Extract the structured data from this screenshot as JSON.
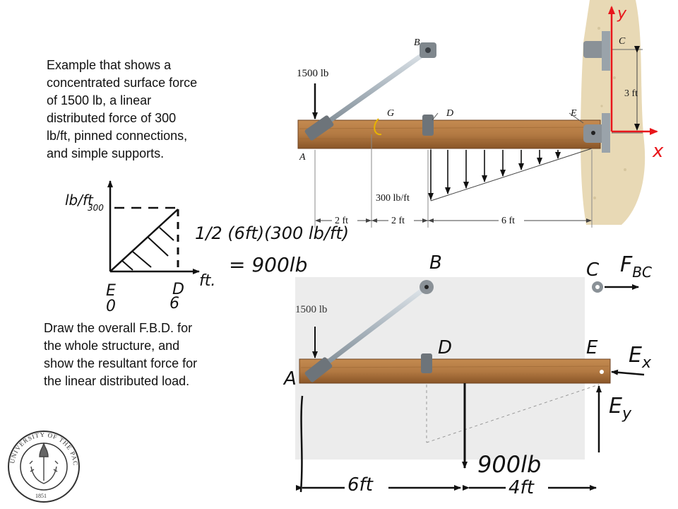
{
  "text_blocks": {
    "intro_lines": [
      "Example that shows a",
      "concentrated surface force",
      "of 1500 lb, a linear",
      "distributed force of 300",
      "lb/ft, pinned connections,",
      "and simple supports."
    ],
    "instruction_lines": [
      "Draw the overall F.B.D. for",
      "the whole structure, and",
      "show the resultant force for",
      "the linear distributed load."
    ]
  },
  "top_figure": {
    "load_label": "1500 lb",
    "dist_load_label": "300 lb/ft",
    "point_labels": {
      "A": "A",
      "B": "B",
      "C": "C",
      "D": "D",
      "E": "E",
      "G": "G"
    },
    "dims": {
      "ab": "2 ft",
      "bc": "2 ft",
      "cd": "6 ft",
      "vert": "3 ft"
    },
    "axes": {
      "x": "x",
      "y": "y"
    }
  },
  "sketch": {
    "y_unit": "lb/ft",
    "x_unit": "ft.",
    "y_tick": "300",
    "point_E": "E",
    "point_D": "D",
    "E_value": "0",
    "D_value": "6",
    "area_formula": "1/2 (6ft)(300 lb/ft)",
    "area_result": "= 900lb"
  },
  "fbd": {
    "load_label": "1500 lb",
    "labels": {
      "A": "A",
      "B": "B",
      "C": "C",
      "D": "D",
      "E": "E"
    },
    "forces": {
      "FBC": "F",
      "FBC_sub": "BC",
      "Ex": "E",
      "Ex_sub": "x",
      "Ey": "E",
      "Ey_sub": "y",
      "resultant": "900lb"
    },
    "dims": {
      "left": "6ft",
      "right": "4ft"
    }
  },
  "logo": {
    "text_top": "UNIVERSITY OF THE PACIFIC",
    "year": "1851"
  },
  "colors": {
    "wood": "#b37a43",
    "wood_dark": "#7a4a22",
    "rod": "#a9b4bd",
    "wall": "#e8d9b5",
    "red_axis": "#e8161b",
    "ink": "#111111"
  }
}
